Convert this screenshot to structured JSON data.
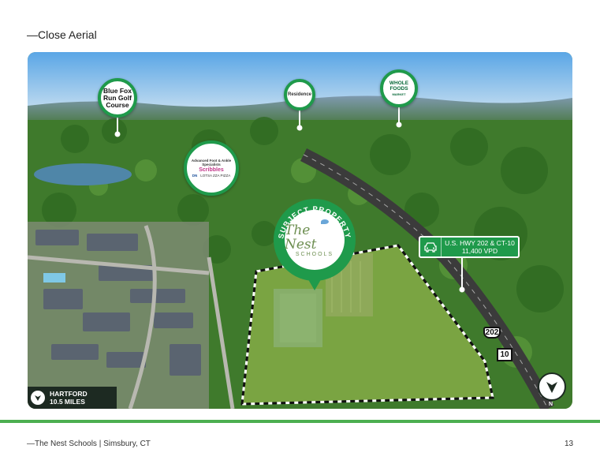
{
  "page": {
    "section_title": "—Close Aerial",
    "footer_left": "—The Nest Schools | Simsbury, CT",
    "page_number": "13"
  },
  "colors": {
    "accent_green": "#1f9a4b",
    "rule_green": "#4caf50",
    "dark_label": "#1d2a22"
  },
  "map": {
    "pins": {
      "golf": {
        "label": "Blue Fox Run Golf Course"
      },
      "residence": {
        "label": "Residence"
      },
      "wholefoods": {
        "label": "WHOLE FOODS",
        "sub": "MARKET"
      },
      "cluster": {
        "advanced": "Advanced Foot & Ankle Specialists",
        "scribbles": "Scribbles",
        "dnd": "DN",
        "pizza": "LOTSA ZZA PIZZA"
      }
    },
    "subject": {
      "arc_label": "SUBJECT PROPERTY",
      "logo_main": "The Nest",
      "logo_sub": "SCHOOLS",
      "logo_icon": "bird-icon"
    },
    "highway": {
      "line1": "U.S. HWY 202 & CT-10",
      "line2": "11,400 VPD",
      "icon": "car-icon",
      "shield_us": "202",
      "shield_ct": "10"
    },
    "hartford": {
      "line1": "HARTFORD",
      "line2": "10.5 MILES",
      "icon": "direction-arrow-icon"
    },
    "compass": {
      "icon": "north-arrow-icon",
      "letter": "N"
    }
  }
}
